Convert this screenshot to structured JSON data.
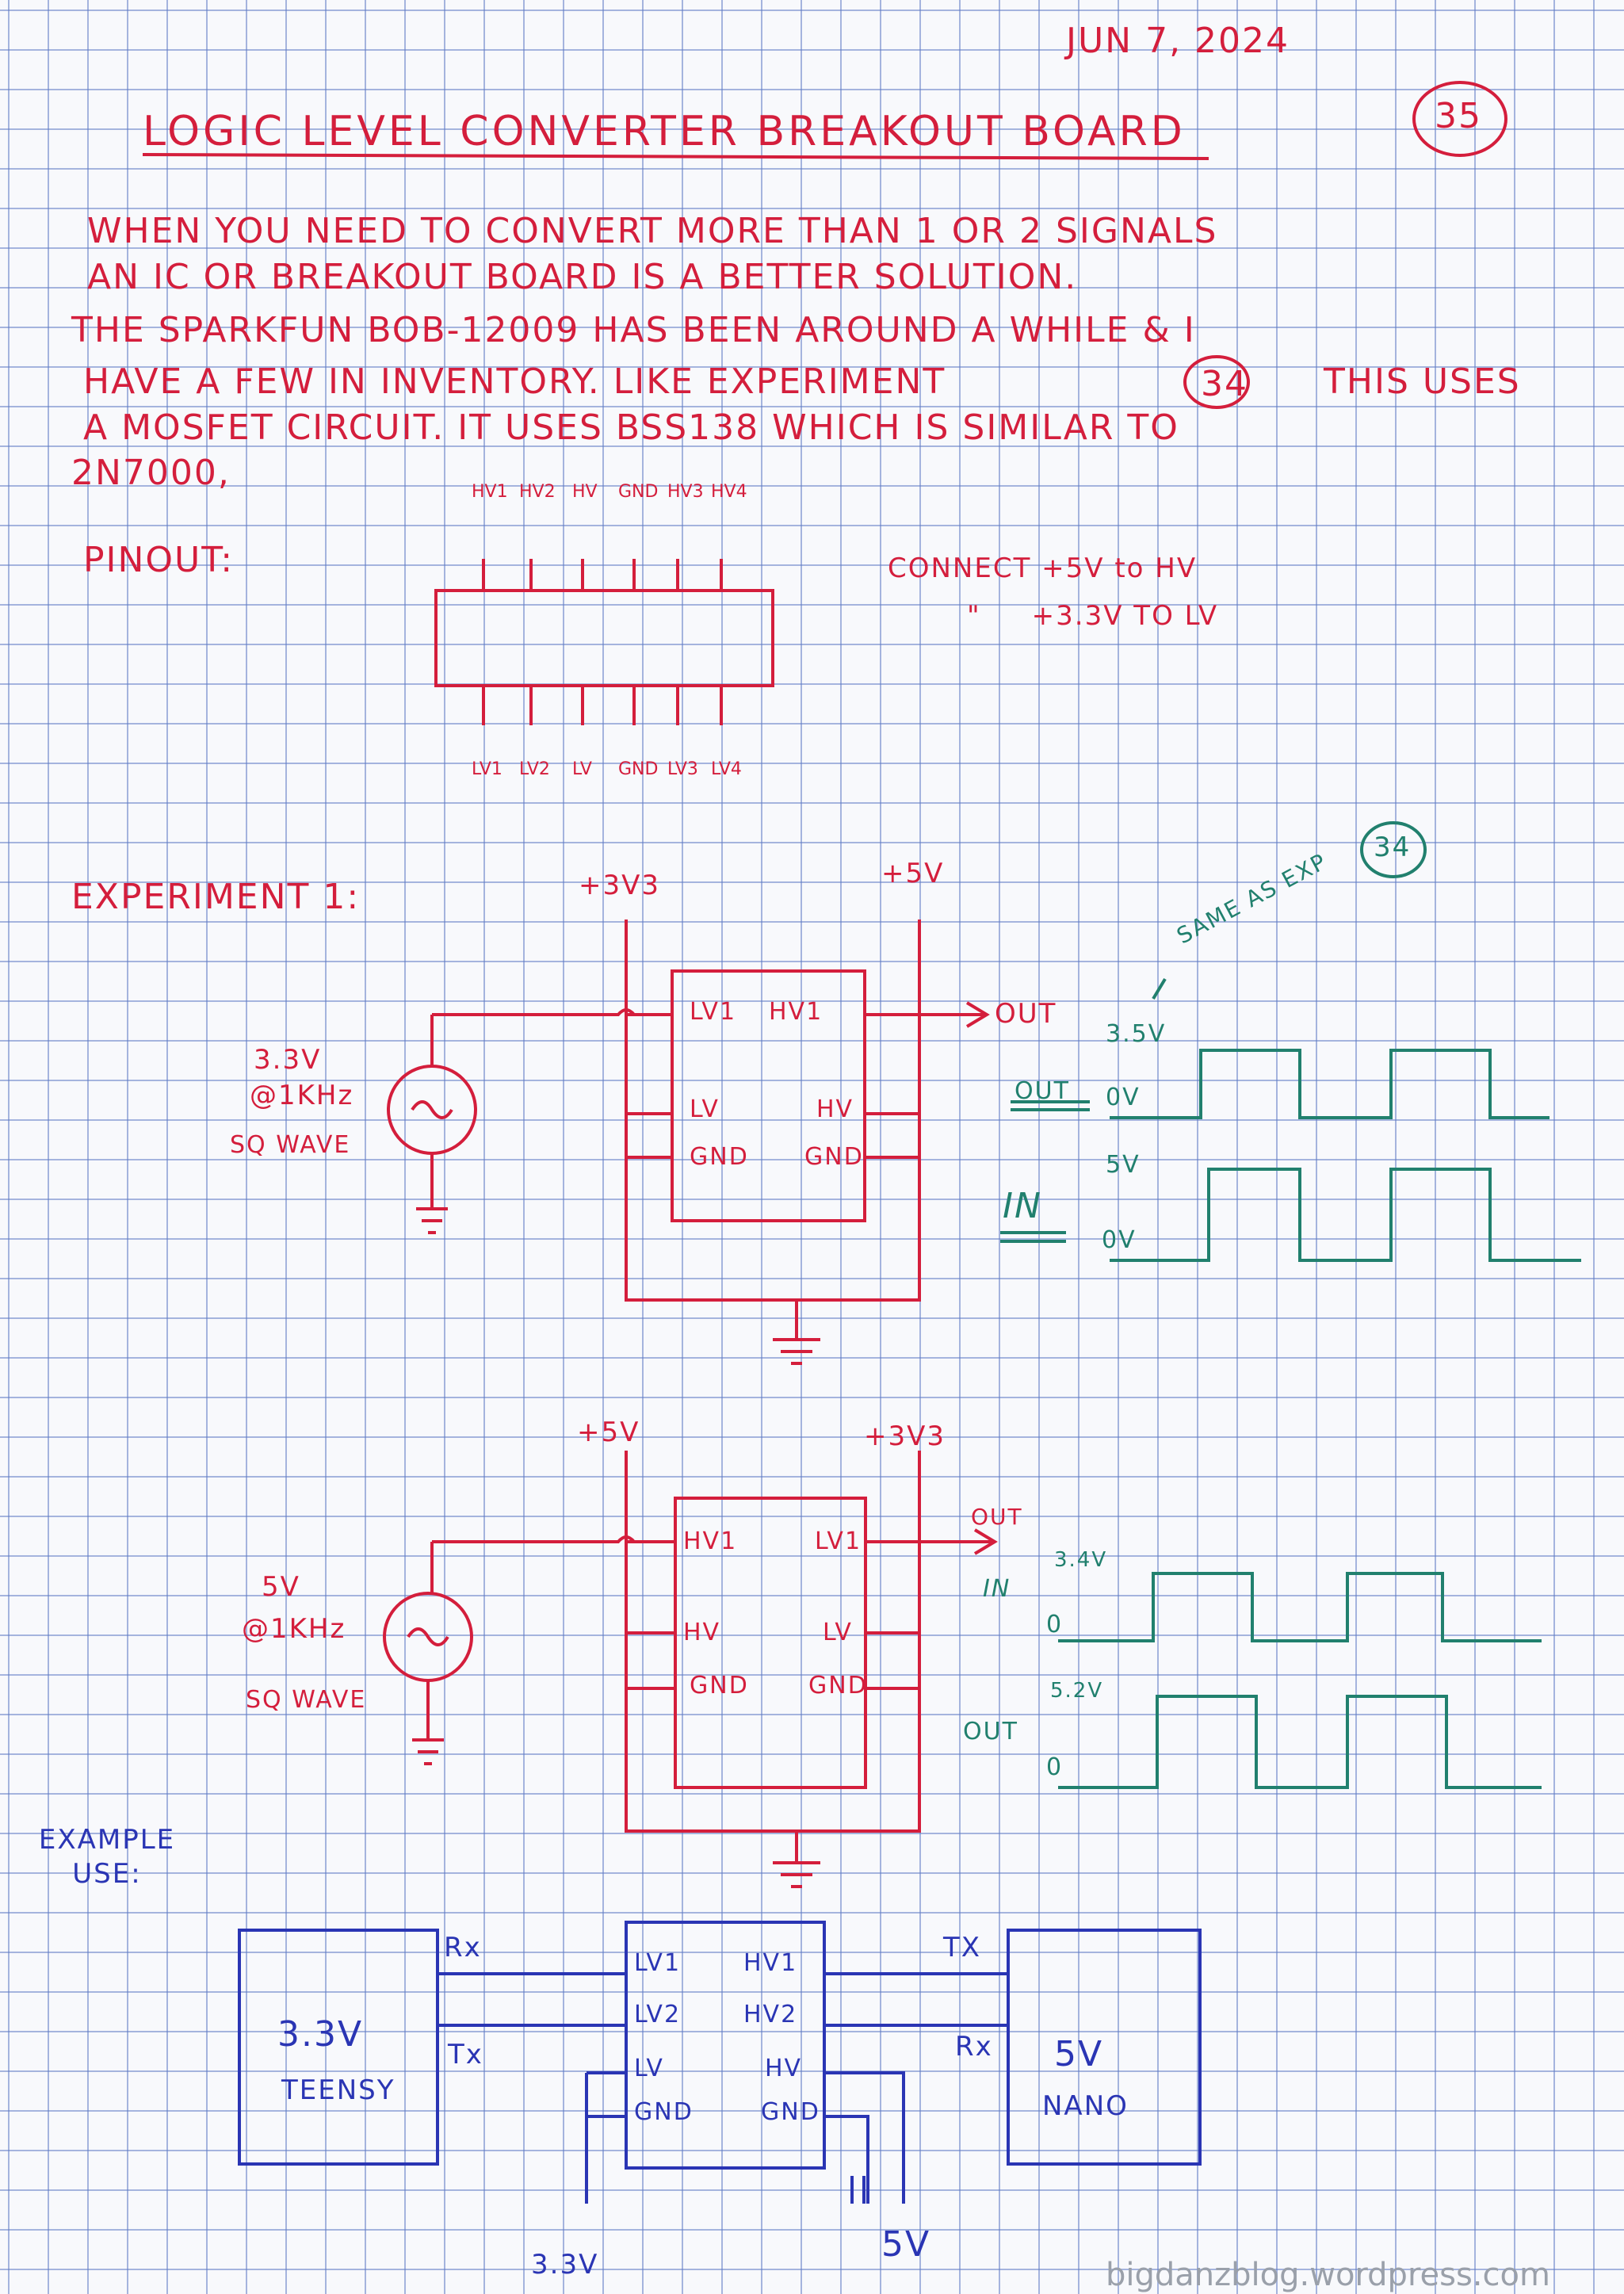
{
  "header": {
    "date": "JUN 7, 2024",
    "page_number": "35",
    "title": "LOGIC LEVEL CONVERTER BREAKOUT BOARD"
  },
  "intro": {
    "lines": [
      "WHEN YOU NEED TO CONVERT MORE THAN 1 OR 2 SIGNALS",
      "AN IC OR BREAKOUT BOARD IS A BETTER SOLUTION.",
      "THE SPARKFUN BOB-12009 HAS BEEN AROUND A WHILE & I",
      "HAVE A FEW IN INVENTORY. LIKE EXPERIMENT",
      "A MOSFET CIRCUIT. IT USES BSS138 WHICH IS SIMILAR TO",
      "2N7000,"
    ],
    "experiment_ref": "34",
    "line4_tail": "THIS USES"
  },
  "pinout": {
    "label": "PINOUT:",
    "top_pins": [
      "HV1",
      "HV2",
      "HV",
      "GND",
      "HV3",
      "HV4"
    ],
    "bottom_pins": [
      "LV1",
      "LV2",
      "LV",
      "GND",
      "LV3",
      "LV4"
    ],
    "connect_line1": "CONNECT +5V to HV",
    "connect_line2": "\"     +3.3V TO LV"
  },
  "experiment1": {
    "label": "EXPERIMENT 1:",
    "supply_low": "+3V3",
    "supply_high": "+5V",
    "source": [
      "3.3V",
      "@1KHz",
      "SQ WAVE"
    ],
    "pins_left": [
      "LV1",
      "LV",
      "GND"
    ],
    "pins_right": [
      "HV1",
      "HV",
      "GND"
    ],
    "out_label": "OUT",
    "note": "SAME AS EXP",
    "note_ref": "34",
    "wave_out_label": "OUT",
    "wave_out_high": "3.5V",
    "wave_out_low": "0V",
    "wave_in_label": "IN",
    "wave_in_high": "5V",
    "wave_in_low": "0V"
  },
  "experiment2": {
    "supply_high": "+5V",
    "supply_low": "+3V3",
    "source": [
      "5V",
      "@1KHz",
      "SQ WAVE"
    ],
    "pins_left": [
      "HV1",
      "HV",
      "GND"
    ],
    "pins_right": [
      "LV1",
      "LV",
      "GND"
    ],
    "out_label": "OUT",
    "wave_in_label": "IN",
    "wave_in_high": "3.4V",
    "wave_in_low": "0",
    "wave_out_label": "OUT",
    "wave_out_high": "5.2V",
    "wave_out_low": "0"
  },
  "example": {
    "label": "EXAMPLE USE:",
    "left_board": [
      "3.3V",
      "TEENSY"
    ],
    "right_board": [
      "5V",
      "NANO"
    ],
    "left_signals": [
      "Rx",
      "Tx"
    ],
    "right_signals": [
      "TX",
      "Rx"
    ],
    "pins_left": [
      "LV1",
      "LV2",
      "LV",
      "GND"
    ],
    "pins_right": [
      "HV1",
      "HV2",
      "HV",
      "GND"
    ],
    "supply_left": "3.3V",
    "supply_right": "5V"
  },
  "watermark": "bigdanzblog.wordpress.com"
}
